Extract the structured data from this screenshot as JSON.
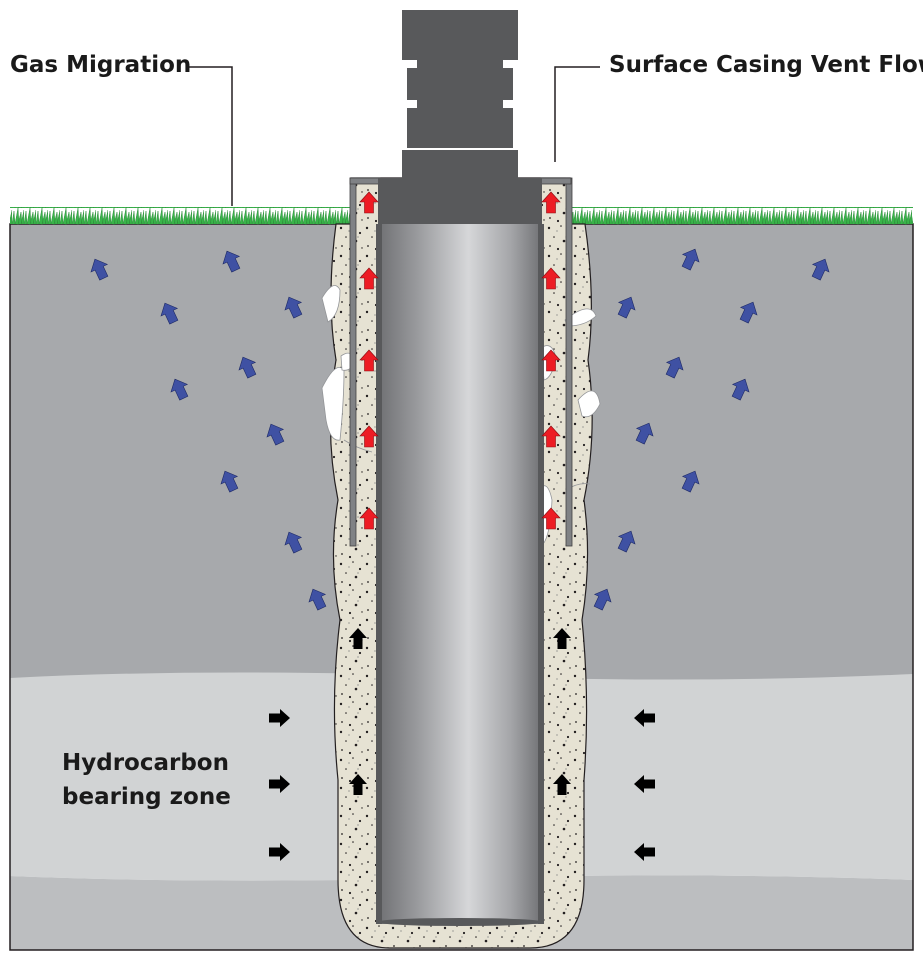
{
  "labels": {
    "gas_migration": "Gas Migration",
    "surface_casing_vent_flow": "Surface Casing Vent Flow",
    "hydrocarbon_line1": "Hydrocarbon",
    "hydrocarbon_line2": "bearing zone"
  },
  "colors": {
    "upper_formation": "#a7a9ac",
    "hydrocarbon_zone": "#d1d3d4",
    "lower_formation": "#bcbec0",
    "cement": "#e6e2d3",
    "casing": "#808285",
    "wellhead": "#58595b",
    "grass": "#39b54a",
    "gas_migration_arrow": "#3f51a3",
    "vent_flow_arrow": "#ed1c24",
    "inflow_arrow": "#000000"
  },
  "icons": {
    "gas_migration": "blue-arrow-icon",
    "vent_flow": "red-arrow-icon",
    "inflow": "black-arrow-icon"
  }
}
